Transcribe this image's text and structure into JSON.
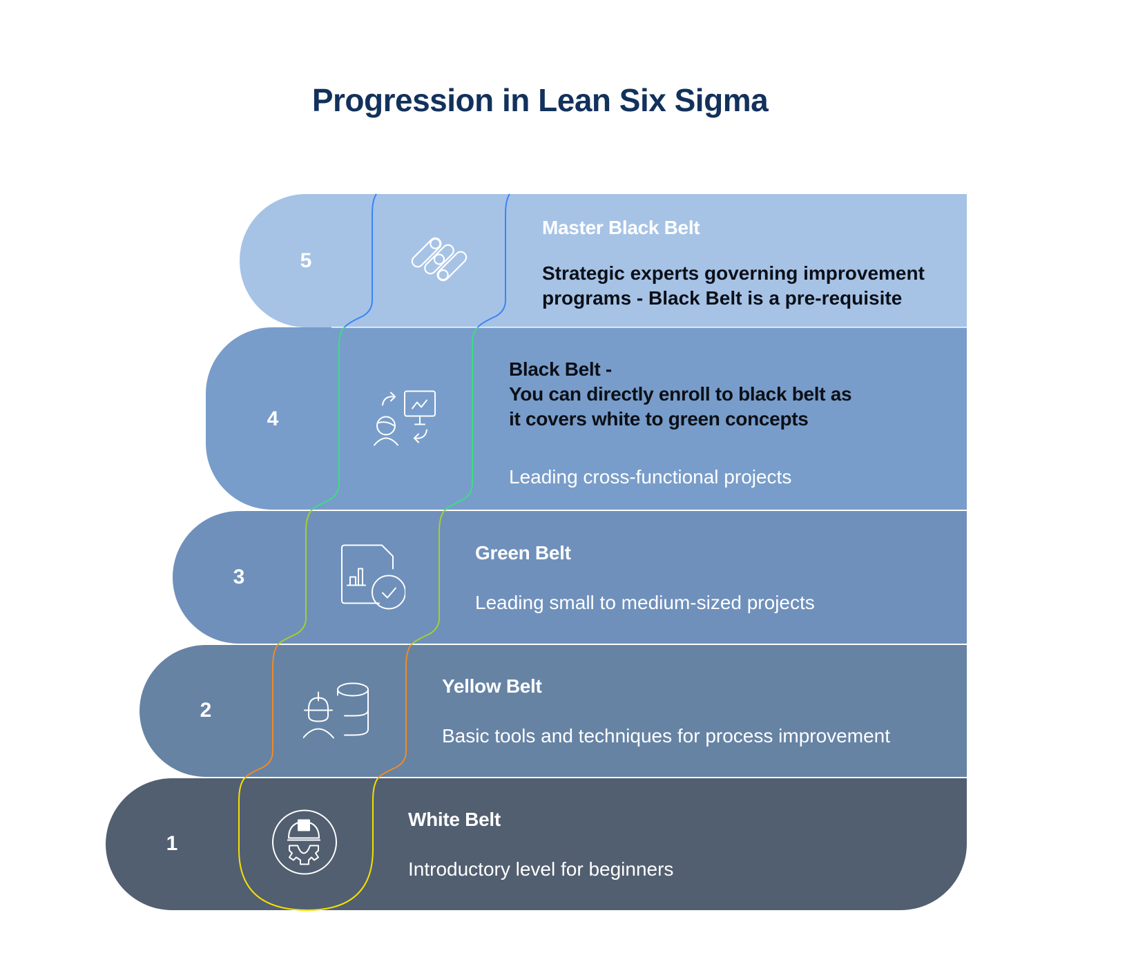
{
  "title": "Progression in Lean Six Sigma",
  "colors": {
    "title": "#12315c",
    "level_5_fill": "#a6c3e6",
    "level_4_fill": "#789dca",
    "level_3_fill": "#6f90bb",
    "level_2_fill": "#6683a4",
    "level_1_fill": "#525f70",
    "connector_5": "#3b82f6",
    "connector_4": "#3ddc84",
    "connector_3": "#a3d12a",
    "connector_2": "#f08a24",
    "connector_1": "#f5e000"
  },
  "levels": [
    {
      "number": "5",
      "icon": "pipes-icon",
      "heading": "Master Black Belt",
      "description": "Strategic experts governing improvement programs - Black Belt is a pre-requisite"
    },
    {
      "number": "4",
      "icon": "presentation-exchange-icon",
      "heading": "Black Belt -",
      "heading_lines": [
        "Black Belt -",
        "You can directly enroll to black belt as",
        "it covers white to green concepts"
      ],
      "description": "Leading cross-functional projects"
    },
    {
      "number": "3",
      "icon": "report-check-icon",
      "heading": "Green Belt",
      "description": "Leading small to medium-sized projects"
    },
    {
      "number": "2",
      "icon": "worker-database-icon",
      "heading": "Yellow Belt",
      "description": "Basic tools and techniques for process improvement"
    },
    {
      "number": "1",
      "icon": "helmet-gear-icon",
      "heading": "White Belt",
      "description": "Introductory level for beginners"
    }
  ],
  "level5_desc_lines": [
    "Strategic experts governing improvement",
    "programs - Black Belt is a pre-requisite"
  ]
}
